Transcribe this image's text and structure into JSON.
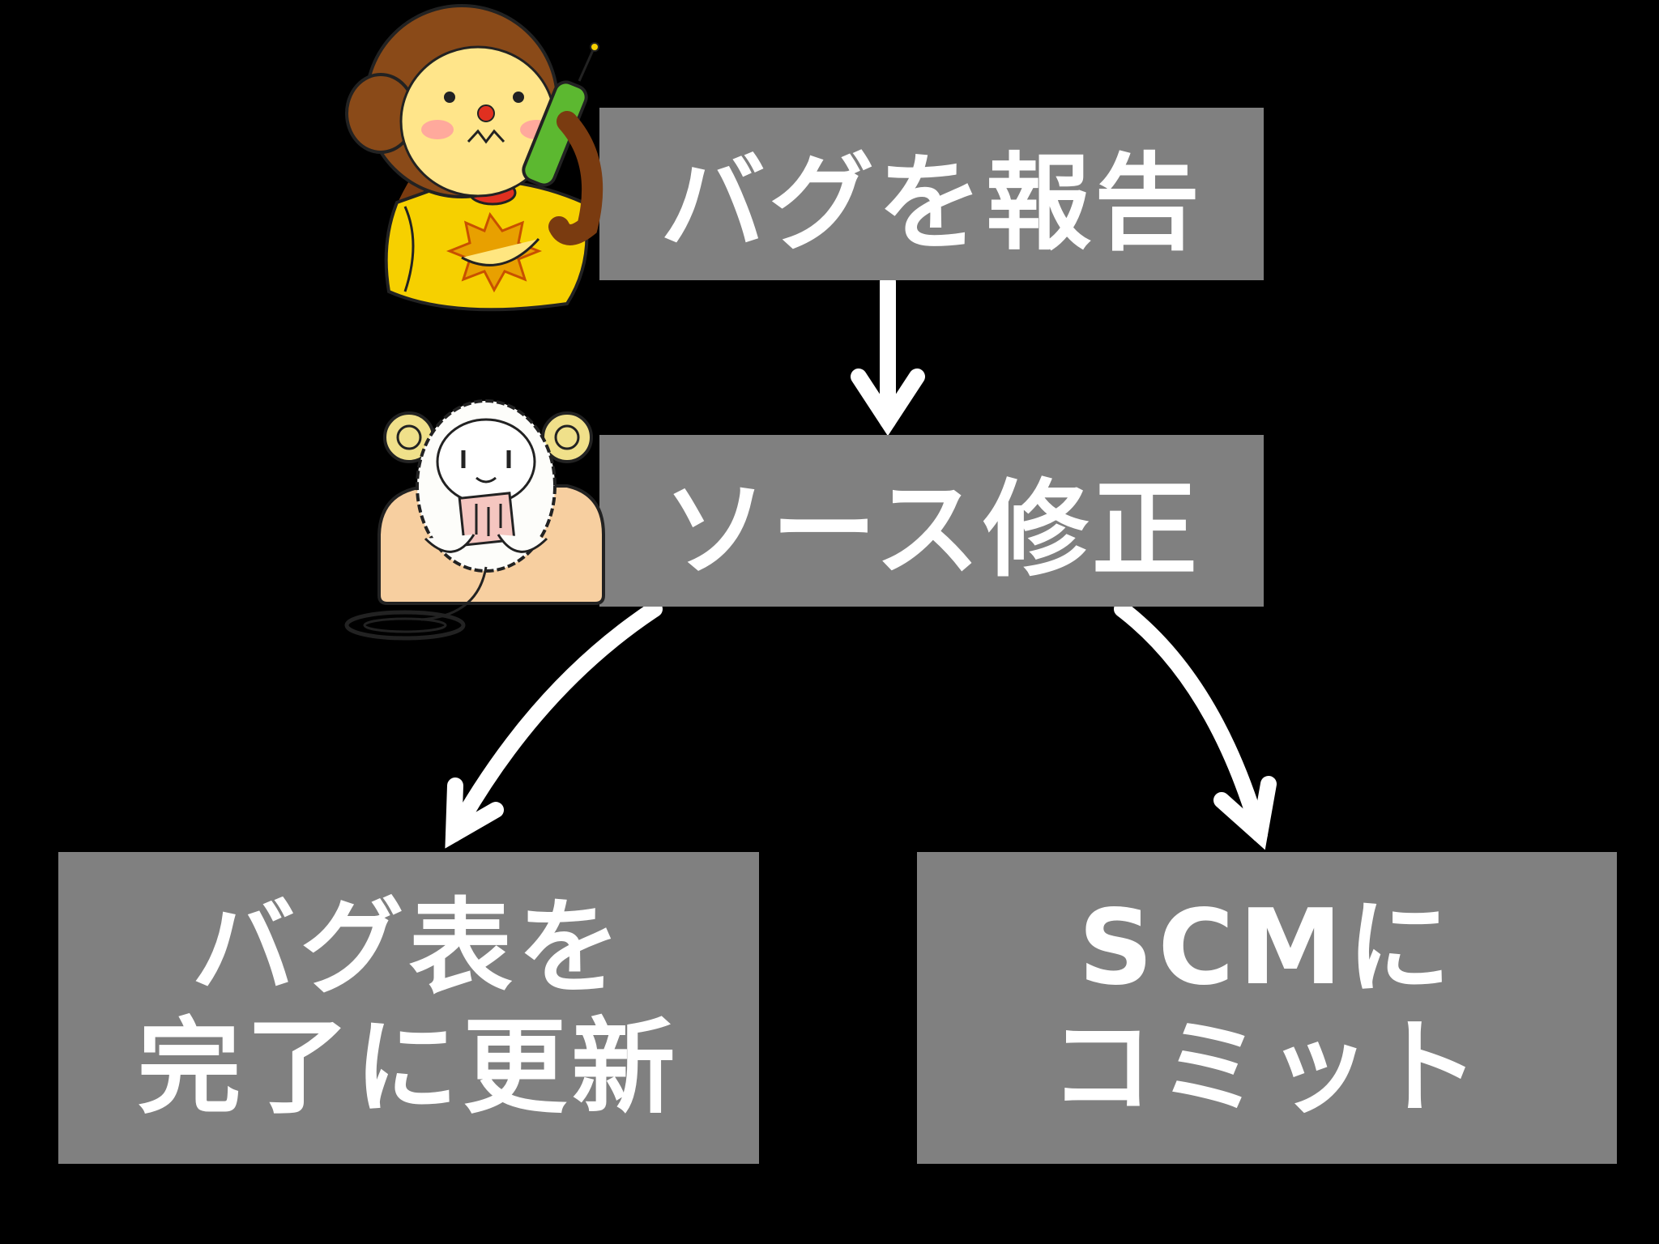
{
  "nodes": {
    "report_bug": {
      "label": "バグを報告",
      "character": "monkey-on-phone"
    },
    "fix_source": {
      "label": "ソース修正",
      "character": "sheep-at-desk"
    },
    "update_bug_table": {
      "lines": [
        "バグ表を",
        "完了に更新"
      ]
    },
    "commit_scm": {
      "lines": [
        "SCMに",
        "コミット"
      ]
    }
  },
  "edges": [
    {
      "from": "report_bug",
      "to": "fix_source"
    },
    {
      "from": "fix_source",
      "to": "update_bug_table"
    },
    {
      "from": "fix_source",
      "to": "commit_scm"
    }
  ],
  "colors": {
    "background": "#000000",
    "box": "#808080",
    "text": "#ffffff",
    "arrow": "#ffffff"
  }
}
